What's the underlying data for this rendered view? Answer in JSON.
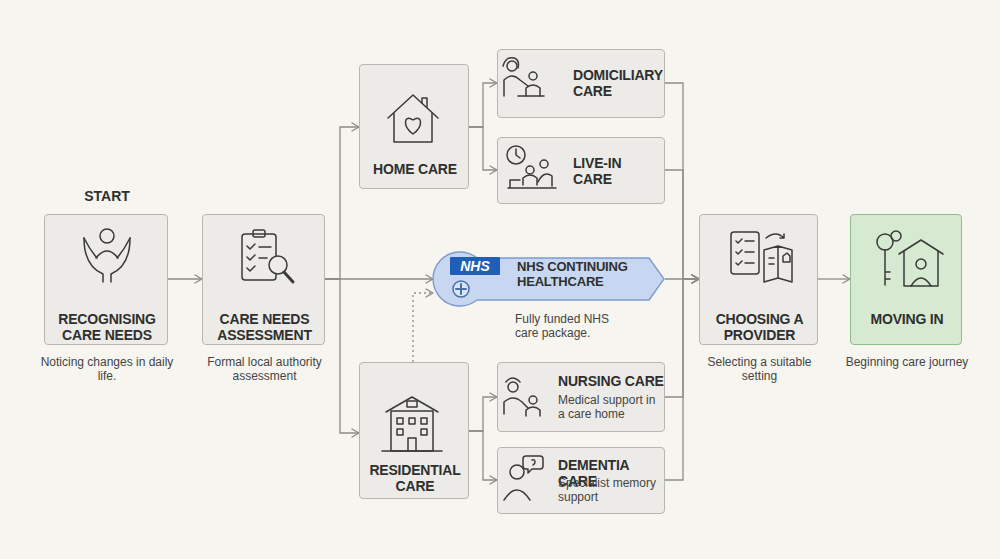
{
  "diagram": {
    "nodes": [
      {
        "text": [
          "START",
          "RECOGNISING CARE NEEDS",
          "Noticing changes in daily life."
        ]
      },
      {
        "text": [
          "CARE NEEDS ASSESSMENT",
          "Formal local authority assessment"
        ]
      },
      {
        "text": [
          "HOME CARE"
        ]
      },
      {
        "text": [
          "DOMICILIARY CARE"
        ]
      },
      {
        "text": [
          "LIVE-IN CARE"
        ]
      },
      {
        "text": [
          "NHS",
          "NHS CONTINUING HEALTHCARE",
          "Fully funded NHS care package."
        ]
      },
      {
        "text": [
          "RESIDENTIAL CARE"
        ]
      },
      {
        "text": [
          "NURSING CARE",
          "Medical support in a care home"
        ]
      },
      {
        "text": [
          "DEMENTIA CARE",
          "Specialist memory support"
        ]
      },
      {
        "text": [
          "CHOOSING A PROVIDER",
          "Selecting a suitable setting"
        ]
      },
      {
        "text": [
          "MOVING IN",
          "Beginning care journey"
        ]
      }
    ],
    "edges": [
      {
        "from": 0,
        "to": 1,
        "arrow": "to"
      },
      {
        "from": 1,
        "to": 2,
        "arrow": "to"
      },
      {
        "from": 1,
        "to": 5,
        "arrow": "to"
      },
      {
        "from": 1,
        "to": 6,
        "arrow": "to"
      },
      {
        "from": 2,
        "to": 3,
        "arrow": "to"
      },
      {
        "from": 2,
        "to": 4,
        "arrow": "to"
      },
      {
        "from": 6,
        "to": 5,
        "arrow": "to"
      },
      {
        "from": 6,
        "to": 7,
        "arrow": "to"
      },
      {
        "from": 6,
        "to": 8,
        "arrow": "to"
      },
      {
        "from": 3,
        "to": 9,
        "arrow": "to"
      },
      {
        "from": 4,
        "to": 9,
        "arrow": "to"
      },
      {
        "from": 5,
        "to": 9,
        "arrow": "to"
      },
      {
        "from": 7,
        "to": 9,
        "arrow": "to"
      },
      {
        "from": 8,
        "to": 9,
        "arrow": "to"
      },
      {
        "from": 9,
        "to": 10,
        "arrow": "to"
      }
    ]
  }
}
